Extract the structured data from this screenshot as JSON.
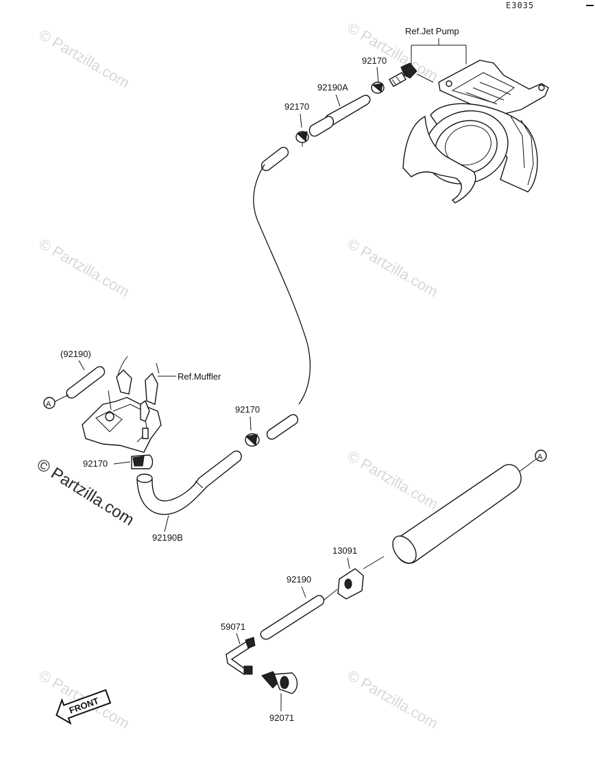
{
  "diagram": {
    "code": "E3035",
    "watermark": "© Partzilla.com",
    "labels": {
      "ref_jet_pump": "Ref.Jet Pump",
      "ref_muffler": "Ref.Muffler",
      "p92170_top": "92170",
      "p92190A": "92190A",
      "p92170_mid": "92170",
      "p92190_paren": "(92190)",
      "p92170_right": "92170",
      "p92170_left": "92170",
      "p92190B": "92190B",
      "p13091": "13091",
      "p92190": "92190",
      "p59071": "59071",
      "p92071": "92071",
      "marker_a_left": "A",
      "marker_a_right": "A",
      "front": "FRONT"
    }
  }
}
